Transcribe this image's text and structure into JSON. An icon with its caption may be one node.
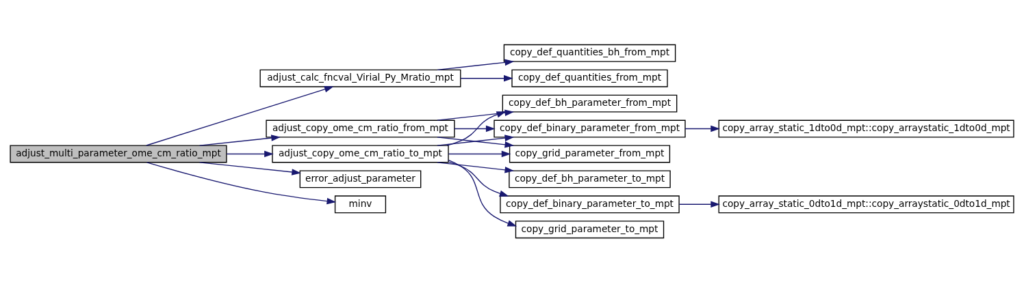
{
  "diagram": {
    "nodes": [
      {
        "text": [
          "adjust_multi_parameter_ome_cm_ratio_mpt"
        ]
      },
      {
        "text": [
          "adjust_calc_fncval_Virial_Py_Mratio_mpt"
        ]
      },
      {
        "text": [
          "adjust_copy_ome_cm_ratio_from_mpt"
        ]
      },
      {
        "text": [
          "adjust_copy_ome_cm_ratio_to_mpt"
        ]
      },
      {
        "text": [
          "error_adjust_parameter"
        ]
      },
      {
        "text": [
          "minv"
        ]
      },
      {
        "text": [
          "copy_def_quantities_bh_from_mpt"
        ]
      },
      {
        "text": [
          "copy_def_quantities_from_mpt"
        ]
      },
      {
        "text": [
          "copy_def_bh_parameter_from_mpt"
        ]
      },
      {
        "text": [
          "copy_def_binary_parameter_from_mpt"
        ]
      },
      {
        "text": [
          "copy_grid_parameter_from_mpt"
        ]
      },
      {
        "text": [
          "copy_def_bh_parameter_to_mpt"
        ]
      },
      {
        "text": [
          "copy_def_binary_parameter_to_mpt"
        ]
      },
      {
        "text": [
          "copy_grid_parameter_to_mpt"
        ]
      },
      {
        "text": [
          "copy_array_static_1dto0d_mpt::copy_arraystatic_1dto0d_mpt"
        ]
      },
      {
        "text": [
          "copy_array_static_0dto1d_mpt::copy_arraystatic_0dto1d_mpt"
        ]
      }
    ],
    "edges": [
      {
        "from": 0,
        "to": 1,
        "arrow": "to"
      },
      {
        "from": 0,
        "to": 2,
        "arrow": "to"
      },
      {
        "from": 0,
        "to": 3,
        "arrow": "to"
      },
      {
        "from": 0,
        "to": 4,
        "arrow": "to"
      },
      {
        "from": 0,
        "to": 5,
        "arrow": "to"
      },
      {
        "from": 1,
        "to": 6,
        "arrow": "to"
      },
      {
        "from": 1,
        "to": 7,
        "arrow": "to"
      },
      {
        "from": 2,
        "to": 8,
        "arrow": "to"
      },
      {
        "from": 2,
        "to": 9,
        "arrow": "to"
      },
      {
        "from": 2,
        "to": 10,
        "arrow": "to"
      },
      {
        "from": 3,
        "to": 8,
        "arrow": "to"
      },
      {
        "from": 3,
        "to": 9,
        "arrow": "to"
      },
      {
        "from": 3,
        "to": 10,
        "arrow": "to"
      },
      {
        "from": 3,
        "to": 11,
        "arrow": "to"
      },
      {
        "from": 3,
        "to": 12,
        "arrow": "to"
      },
      {
        "from": 3,
        "to": 13,
        "arrow": "to"
      },
      {
        "from": 9,
        "to": 14,
        "arrow": "to"
      },
      {
        "from": 12,
        "to": 15,
        "arrow": "to"
      }
    ]
  }
}
